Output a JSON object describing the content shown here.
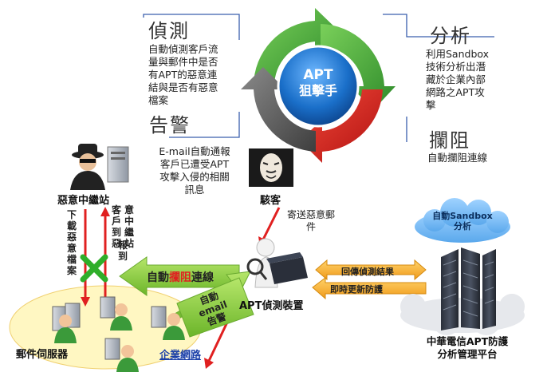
{
  "colors": {
    "cycle_green": "#3fa33a",
    "cycle_red": "#d42020",
    "cycle_gray": "#606060",
    "center_blue": "#1a6fc9",
    "arrow_green": "#8ccf3c",
    "arrow_orange": "#f5a623",
    "arrow_red": "#e02020",
    "zone_yellow": "#fff7c2"
  },
  "center": {
    "line1": "APT",
    "line2": "狙擊手"
  },
  "detect": {
    "title": "偵測",
    "lines": [
      "自動偵測客戶流",
      "量與郵件中是否",
      "有APT的惡意連",
      "結與是否有惡意",
      "檔案"
    ]
  },
  "analyze": {
    "title": "分析",
    "lines": [
      "利用Sandbox",
      "技術分析出潛",
      "藏於企業內部",
      "網路之APT攻",
      "擊"
    ]
  },
  "alert": {
    "title": "告警",
    "lines": [
      "E-mail自動通報",
      "客戶已遭受APT",
      "攻擊入侵的相關",
      "訊息"
    ]
  },
  "block": {
    "title": "攔阻",
    "lines": [
      "自動攔阻連線"
    ]
  },
  "relay": {
    "label": "惡意中繼站",
    "left_col": "下載惡意檔案",
    "right_col1": "客戶到惡",
    "right_col2": "意中繼站",
    "right_col3": "報到"
  },
  "hacker": {
    "label": "駭客",
    "send": [
      "寄送惡意郵",
      "件"
    ]
  },
  "sandbox": {
    "label": [
      "自動Sandbox",
      "分析"
    ]
  },
  "arrows": {
    "block_pre": "自動",
    "block_hi": "攔阻",
    "block_post": "連線",
    "return": "回傳偵測結果",
    "update": "即時更新防護",
    "email": [
      "自動",
      "email",
      "告警"
    ]
  },
  "device": {
    "label": "APT偵測裝置"
  },
  "platform": {
    "lines": [
      "中華電信APT防護",
      "分析管理平台"
    ]
  },
  "network": {
    "mail_server": "郵件伺服器",
    "enterprise": "企業網路"
  }
}
